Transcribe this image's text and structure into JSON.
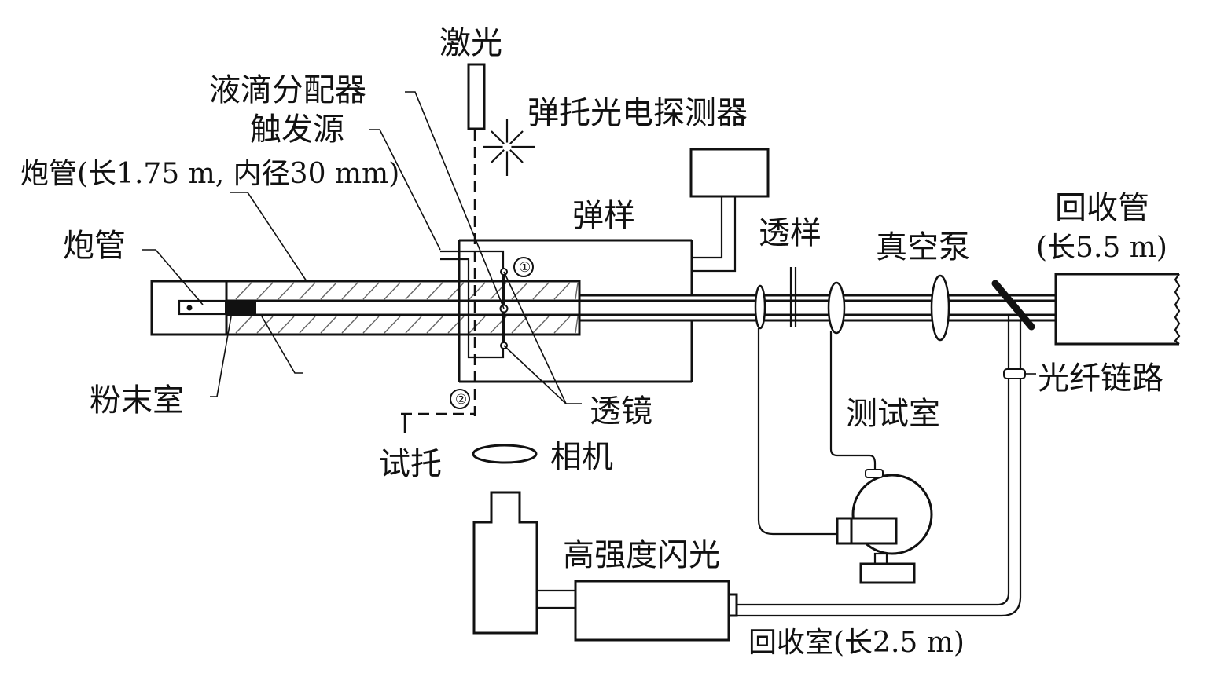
{
  "diagram": {
    "type": "apparatus-schematic",
    "labels": {
      "laser": "激光",
      "droplet_distributor": "液滴分配器",
      "sabot_photodetector": "弹托光电探测器",
      "trigger_source": "触发源",
      "barrel_spec": "炮管(长1.75 m, 内径30 mm)",
      "barrel": "炮管",
      "projectile_sample": "弹样",
      "transmitted_sample": "透样",
      "vacuum_pump": "真空泵",
      "recovery_tube_title": "回收管",
      "recovery_tube_spec": "(长5.5 m)",
      "powder_chamber": "粉末室",
      "lens": "透镜",
      "fiber_link": "光纤链路",
      "test_chamber": "测试室",
      "sabot_test": "试托",
      "camera": "相机",
      "high_intensity_flash": "高强度闪光",
      "recovery_chamber": "回收室(长2.5 m)"
    },
    "markers": {
      "m1": "①",
      "m2": "②"
    }
  }
}
